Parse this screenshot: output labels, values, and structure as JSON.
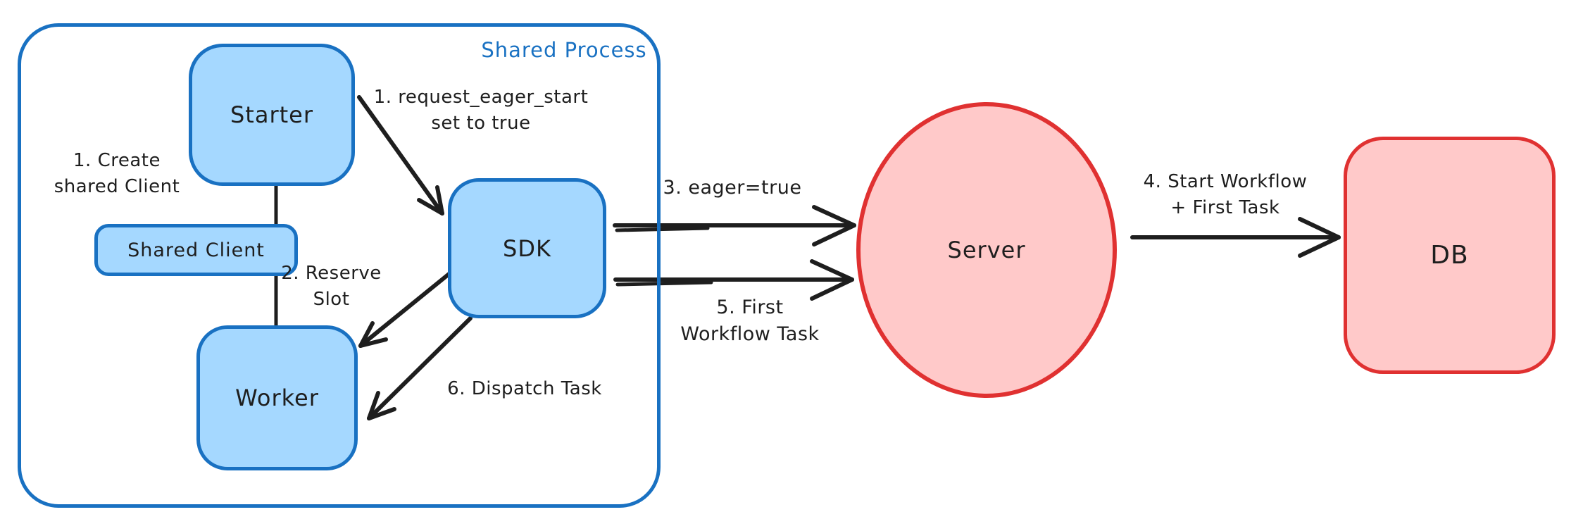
{
  "container": {
    "label": "Shared Process"
  },
  "nodes": {
    "starter": {
      "label": "Starter"
    },
    "shared_client": {
      "label": "Shared Client"
    },
    "worker": {
      "label": "Worker"
    },
    "sdk": {
      "label": "SDK"
    },
    "server": {
      "label": "Server"
    },
    "db": {
      "label": "DB"
    }
  },
  "labels": {
    "create_client": {
      "line1": "1. Create",
      "line2": "shared Client"
    },
    "request_eager": {
      "line1": "1. request_eager_start",
      "line2": "set to true"
    },
    "reserve_slot": {
      "line1": "2. Reserve",
      "line2": "Slot"
    },
    "dispatch_task": {
      "line1": "6. Dispatch Task"
    },
    "eager_true": {
      "line1": "3. eager=true"
    },
    "first_wft": {
      "line1": "5. First",
      "line2": "Workflow Task"
    },
    "start_wf": {
      "line1": "4. Start Workflow",
      "line2": "+ First Task"
    }
  },
  "colors": {
    "blue_stroke": "#1971c2",
    "blue_fill": "#a5d8ff",
    "red_stroke": "#e03131",
    "red_fill": "#ffc9c9",
    "ink": "#1e1e1e"
  }
}
